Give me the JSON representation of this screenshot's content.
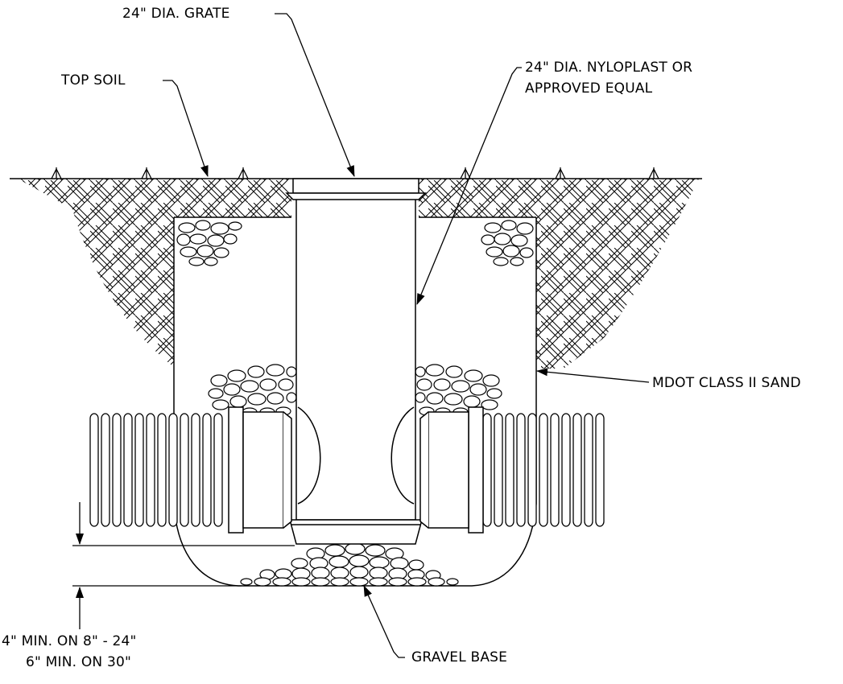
{
  "labels": {
    "grate": "24\" DIA. GRATE",
    "topsoil": "TOP SOIL",
    "nyloplast_line1": "24\" DIA. NYLOPLAST OR",
    "nyloplast_line2": "APPROVED EQUAL",
    "sand": "MDOT CLASS II SAND",
    "gravel": "GRAVEL BASE",
    "dim_line1": "4\" MIN. ON 8\" - 24\"",
    "dim_line2": "6\" MIN. ON 30\""
  },
  "colors": {
    "line": "#000000",
    "background": "#ffffff"
  }
}
